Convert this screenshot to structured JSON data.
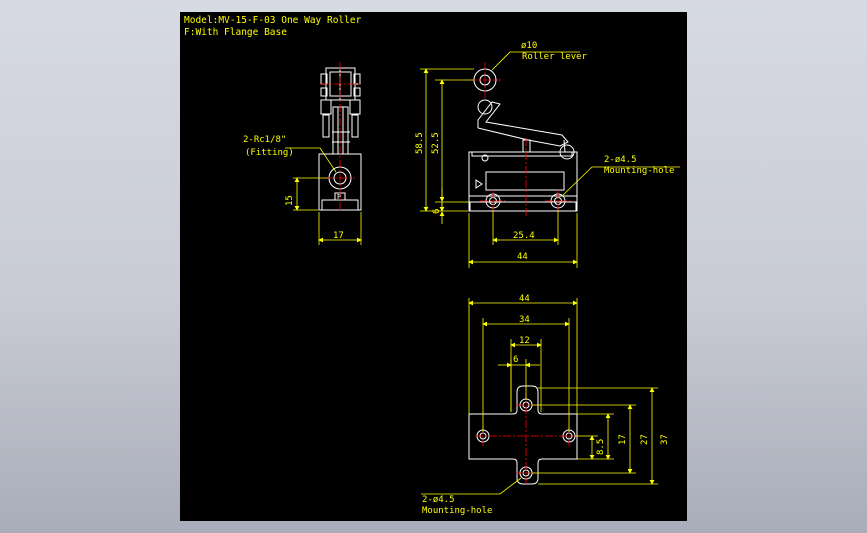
{
  "drawing": {
    "title_line1": "Model:MV-15-F-03 One Way Roller",
    "title_line2": "F:With Flange Base"
  },
  "front_view": {
    "port_label": "2-Rc1/8\"",
    "port_sub": "(Fitting)",
    "port_mark": "P",
    "dim_height": "15",
    "dim_width": "17"
  },
  "side_view": {
    "roller_dia": "ø10",
    "roller_label": "Roller lever",
    "hole_label": "2-ø4.5",
    "hole_sub": "Mounting-hole",
    "dim_total_height": "58.5",
    "dim_pivot_height": "52.5",
    "dim_base": "6",
    "dim_hole_spacing": "25.4",
    "dim_length": "44"
  },
  "flange_view": {
    "dim_44": "44",
    "dim_34": "34",
    "dim_12": "12",
    "dim_6": "6",
    "dim_8_5": "8.5",
    "dim_17": "17",
    "dim_27": "27",
    "dim_37": "37",
    "hole_label": "2-ø4.5",
    "hole_sub": "Mounting-hole"
  },
  "colors": {
    "background": "#000000",
    "outline": "#ffffff",
    "dimension": "#ffff00",
    "centerline": "#ff0000",
    "viewer_bg": "#c9ccd6"
  }
}
